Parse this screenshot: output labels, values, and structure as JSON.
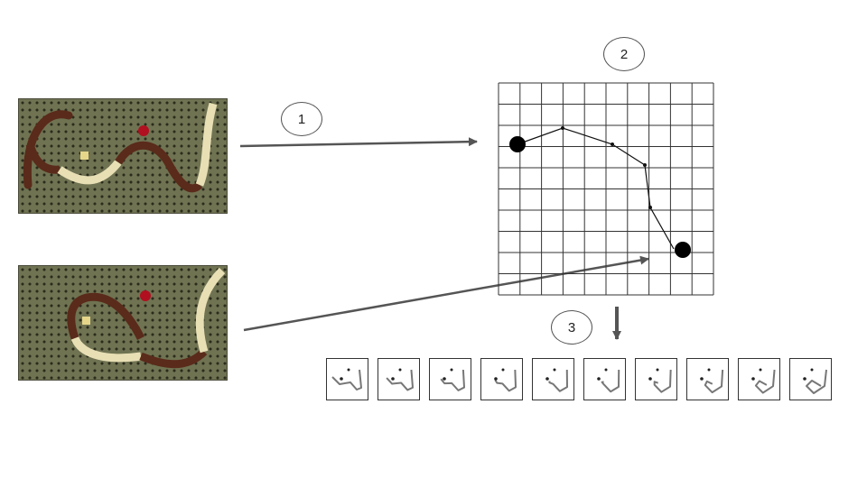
{
  "steps": {
    "step1": "1",
    "step2": "2",
    "step3": "3"
  },
  "photos": {
    "top": {
      "desc_icon": "rope-photo-icon"
    },
    "bottom": {
      "desc_icon": "rope-photo-icon"
    }
  },
  "grid": {
    "columns": 10,
    "rows": 10,
    "start_marker": "start-point",
    "end_marker": "goal-point"
  },
  "frames_count": 10,
  "colors": {
    "arrow": "#555555",
    "grid_line": "#333333",
    "board": "#6f7352",
    "rope_light": "#e8dfb5",
    "rope_dark": "#5a2a1a",
    "apple": "#b01020"
  }
}
